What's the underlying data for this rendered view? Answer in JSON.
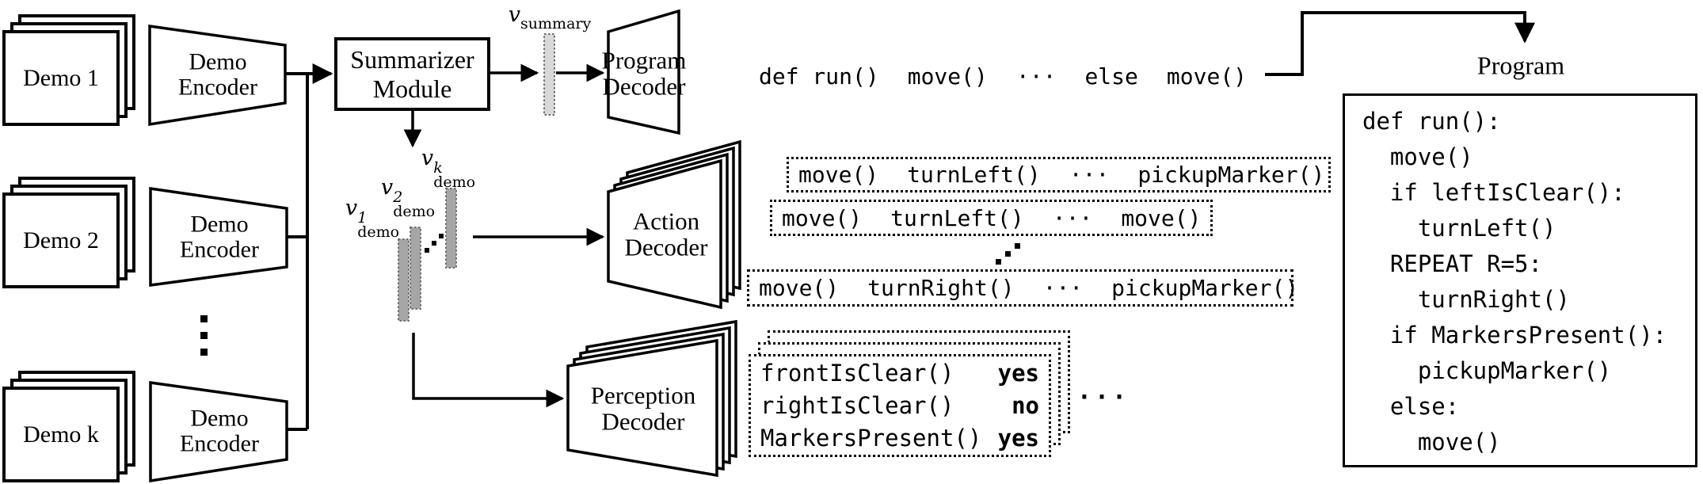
{
  "colors": {
    "ink": "#000000",
    "bar_summary": "#d8d8d8",
    "bar_demo": "#a6a6a6",
    "bar_border": "#6f6f6f"
  },
  "demos": {
    "demo1": "Demo 1",
    "demo2": "Demo 2",
    "demok": "Demo k"
  },
  "encoder_label": "Demo Encoder",
  "summarizer_label": "Summarizer Module",
  "decoders": {
    "program": "Program Decoder",
    "action": "Action Decoder",
    "perception": "Perception Decoder"
  },
  "vectors": {
    "summary": {
      "base": "v",
      "sub": "summary"
    },
    "demo1": {
      "base": "v",
      "sup": "1",
      "sub": "demo"
    },
    "demo2": {
      "base": "v",
      "sup": "2",
      "sub": "demo"
    },
    "demok": {
      "base": "v",
      "sup": "k",
      "sub": "demo"
    }
  },
  "top_code": {
    "tokens": [
      "def run()",
      "move()",
      "···",
      "else",
      "move()"
    ]
  },
  "action_rows": [
    {
      "tokens": [
        "move()",
        "turnLeft()",
        "···",
        "pickupMarker()"
      ]
    },
    {
      "tokens": [
        "move()",
        "turnLeft()",
        "···",
        "move()"
      ]
    },
    {
      "tokens": [
        "move()",
        "turnRight()",
        "···",
        "pickupMarker()"
      ]
    }
  ],
  "perception_panel": {
    "rows": [
      {
        "call": "frontIsClear()",
        "answer": "yes"
      },
      {
        "call": "rightIsClear()",
        "answer": "no"
      },
      {
        "call": "MarkersPresent()",
        "answer": "yes"
      }
    ],
    "ellipsis": "···"
  },
  "program_panel": {
    "title": "Program",
    "lines": [
      "def run():",
      "  move()",
      "  if leftIsClear():",
      "    turnLeft()",
      "  REPEAT R=5:",
      "    turnRight()",
      "  if MarkersPresent():",
      "    pickupMarker()",
      "  else:",
      "    move()"
    ]
  }
}
